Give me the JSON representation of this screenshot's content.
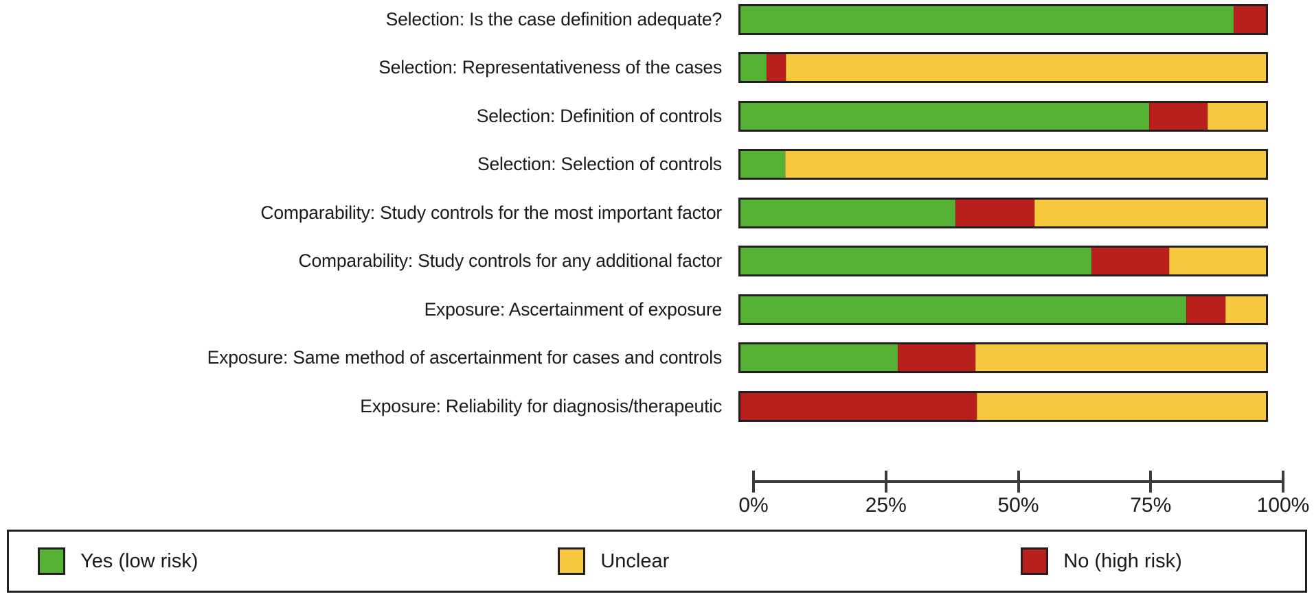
{
  "chart_data": {
    "type": "bar",
    "orientation": "horizontal",
    "stacked": true,
    "normalized_percent": true,
    "title": "",
    "subtitle": "",
    "xlabel": "",
    "ylabel": "",
    "xlim": [
      0,
      100
    ],
    "grid": false,
    "legend_position": "bottom",
    "tick_labels": [
      "0%",
      "25%",
      "50%",
      "75%",
      "100%"
    ],
    "tick_values": [
      0,
      25,
      50,
      75,
      100
    ],
    "categories": [
      "Selection: Is the case definition adequate?",
      "Selection: Representativeness of the cases",
      "Selection: Definition of controls",
      "Selection: Selection of controls",
      "Comparability: Study controls for the most important factor",
      "Comparability: Study controls for any additional factor",
      "Exposure: Ascertainment of exposure",
      "Exposure: Same method of ascertainment for cases and controls",
      "Exposure: Reliability for diagnosis/therapeutic"
    ],
    "series": [
      {
        "name": "Yes (low risk)",
        "color": "#55b133",
        "values": [
          94,
          5,
          78,
          8,
          41,
          67,
          85,
          30,
          0
        ]
      },
      {
        "name": "Unclear",
        "color": "#f6c githubusercontent"
      }
    ]
  },
  "chart": {
    "rows": [
      {
        "label": "Selection: Is the case definition adequate?",
        "yes": 94,
        "unclear": 0,
        "no": 6
      },
      {
        "label": "Selection: Representativeness of the cases",
        "yes": 5,
        "unclear": 91.5,
        "no": 3.5
      },
      {
        "label": "Selection: Definition of controls",
        "yes": 78,
        "unclear": 11,
        "no": 11
      },
      {
        "label": "Selection: Selection of controls",
        "yes": 8.5,
        "unclear": 91.5,
        "no": 0
      },
      {
        "label": "Comparability: Study controls for the most important factor",
        "yes": 41,
        "unclear": 44,
        "no": 15
      },
      {
        "label": "Comparability: Study controls for any additional factor",
        "yes": 67,
        "unclear": 18.3,
        "no": 14.7
      },
      {
        "label": "Exposure: Ascertainment of exposure",
        "yes": 85,
        "unclear": 7.6,
        "no": 7.4
      },
      {
        "label": "Exposure: Same method of ascertainment for cases and controls",
        "yes": 30,
        "unclear": 55.3,
        "no": 14.7
      },
      {
        "label": "Exposure: Reliability for diagnosis/therapeutic",
        "yes": 0,
        "unclear": 55,
        "no": 45
      }
    ],
    "segment_order": [
      "yes",
      "no",
      "unclear"
    ],
    "axis": {
      "ticks": [
        {
          "value": 0,
          "label": "0%"
        },
        {
          "value": 25,
          "label": "25%"
        },
        {
          "value": 50,
          "label": "50%"
        },
        {
          "value": 75,
          "label": "75%"
        },
        {
          "value": 100,
          "label": "100%"
        }
      ]
    },
    "legend": [
      {
        "key": "yes",
        "label": "Yes (low risk)",
        "color": "#55b133"
      },
      {
        "key": "unclear",
        "label": "Unclear",
        "color": "#f7c73e"
      },
      {
        "key": "no",
        "label": "No (high risk)",
        "color": "#b91f1c"
      }
    ],
    "colors": {
      "yes": "#55b133",
      "unclear": "#f7c73e",
      "no": "#b91f1c",
      "outline": "#231f20",
      "axis": "#3b3b3b",
      "text": "#1a1a1a",
      "background": "#ffffff"
    }
  }
}
